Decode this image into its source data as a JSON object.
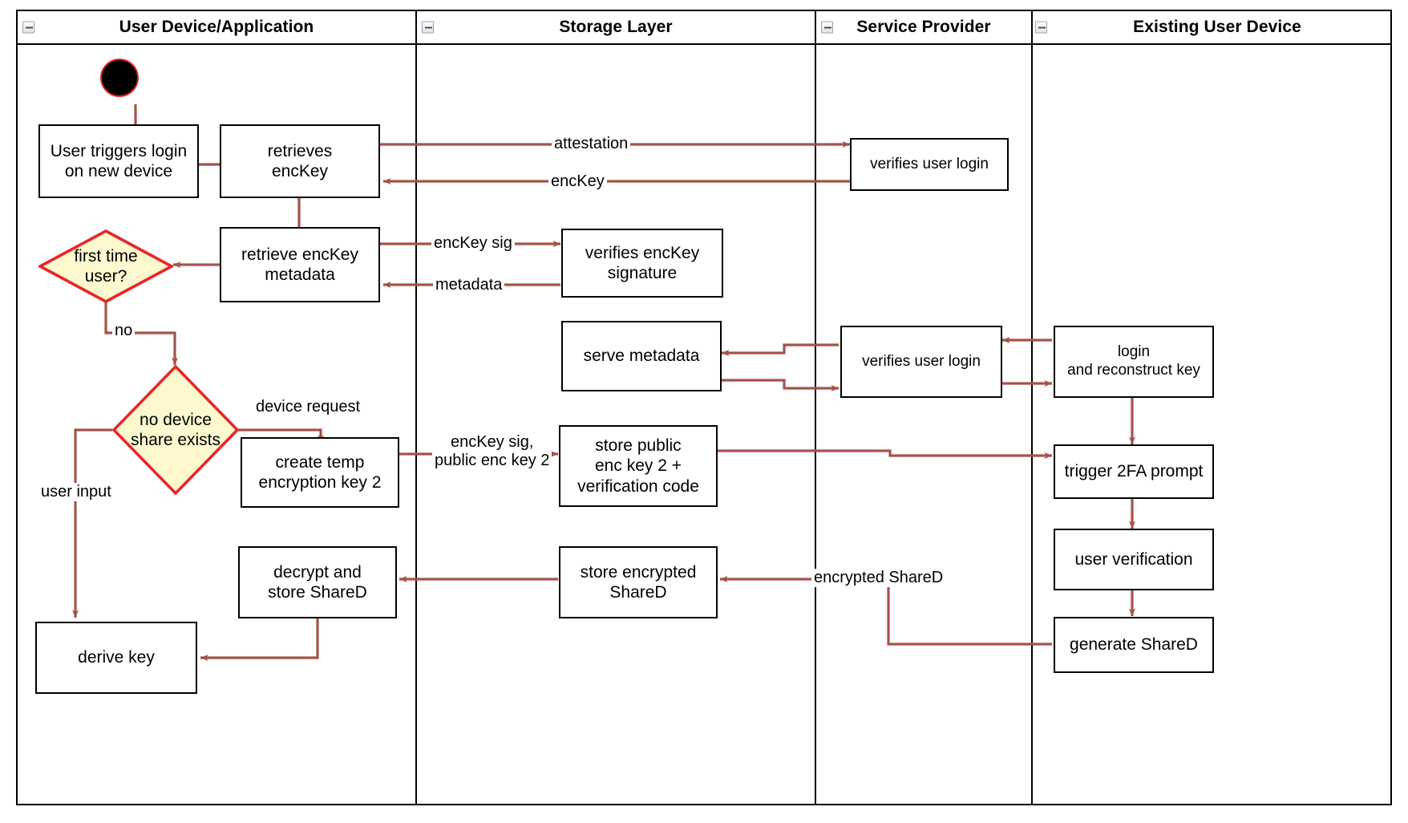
{
  "diagram": {
    "type": "uml-activity-swimlane",
    "accent_arrow_color": "#a4534a",
    "decision_fill": "#fdf8cd",
    "decision_stroke": "#e8262a",
    "node_stroke": "#000000",
    "lanes": [
      {
        "id": "user-device",
        "title": "User Device/Application"
      },
      {
        "id": "storage-layer",
        "title": "Storage Layer"
      },
      {
        "id": "service-provider",
        "title": "Service Provider"
      },
      {
        "id": "existing-user-device",
        "title": "Existing User Device"
      }
    ],
    "nodes": [
      {
        "id": "start",
        "lane": "user-device",
        "shape": "initial",
        "label": ""
      },
      {
        "id": "trigger-login",
        "lane": "user-device",
        "shape": "action",
        "label": "User triggers login\non new device"
      },
      {
        "id": "retrieves-enckey",
        "lane": "user-device",
        "shape": "action",
        "label": "retrieves\nencKey"
      },
      {
        "id": "retrieve-meta",
        "lane": "user-device",
        "shape": "action",
        "label": "retrieve encKey\nmetadata"
      },
      {
        "id": "first-time-user",
        "lane": "user-device",
        "shape": "decision",
        "label": "first time\nuser?"
      },
      {
        "id": "no-device-share",
        "lane": "user-device",
        "shape": "decision",
        "label": "no device\nshare exists"
      },
      {
        "id": "create-temp-key",
        "lane": "user-device",
        "shape": "action",
        "label": "create temp\nencryption key 2"
      },
      {
        "id": "decrypt-store",
        "lane": "user-device",
        "shape": "action",
        "label": "decrypt and\nstore ShareD"
      },
      {
        "id": "derive-key",
        "lane": "user-device",
        "shape": "action",
        "label": "derive key"
      },
      {
        "id": "verifies-sig",
        "lane": "storage-layer",
        "shape": "action",
        "label": "verifies encKey\nsignature"
      },
      {
        "id": "serve-metadata",
        "lane": "storage-layer",
        "shape": "action",
        "label": "serve metadata"
      },
      {
        "id": "store-public-key",
        "lane": "storage-layer",
        "shape": "action",
        "label": "store public\nenc key 2 +\nverification code"
      },
      {
        "id": "store-enc-shared",
        "lane": "storage-layer",
        "shape": "action",
        "label": "store encrypted\nShareD"
      },
      {
        "id": "verifies-login-1",
        "lane": "service-provider",
        "shape": "action",
        "label": "verifies user login"
      },
      {
        "id": "verifies-login-2",
        "lane": "service-provider",
        "shape": "action",
        "label": "verifies user login"
      },
      {
        "id": "login-recon",
        "lane": "existing-user-device",
        "shape": "action",
        "label": "login\nand reconstruct key"
      },
      {
        "id": "trigger-2fa",
        "lane": "existing-user-device",
        "shape": "action",
        "label": "trigger 2FA prompt"
      },
      {
        "id": "user-verification",
        "lane": "existing-user-device",
        "shape": "action",
        "label": "user verification"
      },
      {
        "id": "generate-shared",
        "lane": "existing-user-device",
        "shape": "action",
        "label": "generate ShareD"
      }
    ],
    "edge_labels": [
      {
        "id": "attestation",
        "text": "attestation"
      },
      {
        "id": "enckey",
        "text": "encKey"
      },
      {
        "id": "enckey-sig",
        "text": "encKey sig"
      },
      {
        "id": "metadata",
        "text": "metadata"
      },
      {
        "id": "no",
        "text": "no"
      },
      {
        "id": "device-request",
        "text": "device request"
      },
      {
        "id": "enckey-sig-pub",
        "text": "encKey sig,\npublic enc key 2"
      },
      {
        "id": "user-input",
        "text": "user input"
      },
      {
        "id": "encrypted-shared",
        "text": "encrypted ShareD"
      }
    ]
  }
}
